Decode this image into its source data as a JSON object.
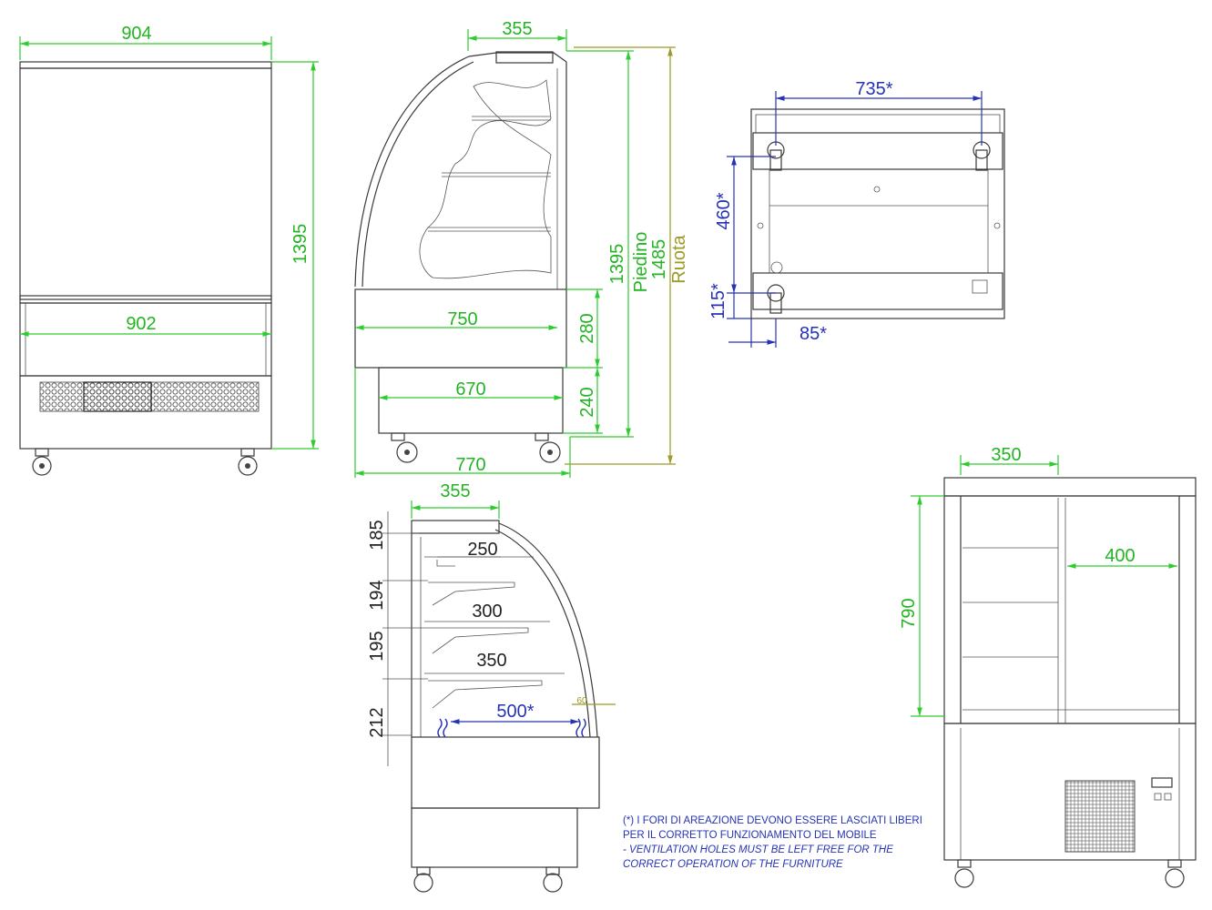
{
  "dims": {
    "front_top_width": "904",
    "front_height": "1395",
    "front_base_width": "902",
    "side_top": "355",
    "side_depth": "750",
    "side_h280": "280",
    "side_h240": "240",
    "side_inner": "670",
    "side_overall": "770",
    "side_h1395": "1395",
    "side_piedino_value": "1485",
    "side_piedino_label": "Piedino",
    "side_ruota_label": "Ruota",
    "plan_width": "735*",
    "plan_depth": "460*",
    "plan_offset_y": "115*",
    "plan_offset_x": "85*",
    "sec_top": "355",
    "sec_h1": "185",
    "sec_h2": "194",
    "sec_h3": "195",
    "sec_h4": "212",
    "sec_s1": "250",
    "sec_s2": "300",
    "sec_s3": "350",
    "sec_vent": "500*",
    "sec_gap": "60",
    "back_top": "350",
    "back_height": "790",
    "back_width": "400"
  },
  "note": {
    "it_line1": "(*) I FORI DI AREAZIONE DEVONO ESSERE LASCIATI LIBERI",
    "it_line2": "PER IL CORRETTO FUNZIONAMENTO DEL MOBILE",
    "en_line1": "- VENTILATION HOLES MUST BE LEFT FREE FOR THE",
    "en_line2": "CORRECT OPERATION OF THE FURNITURE"
  },
  "colors": {
    "green": "#2fcc2f",
    "blue": "#2533b4",
    "olive": "#9b9b26",
    "line": "#3a3a3a"
  }
}
